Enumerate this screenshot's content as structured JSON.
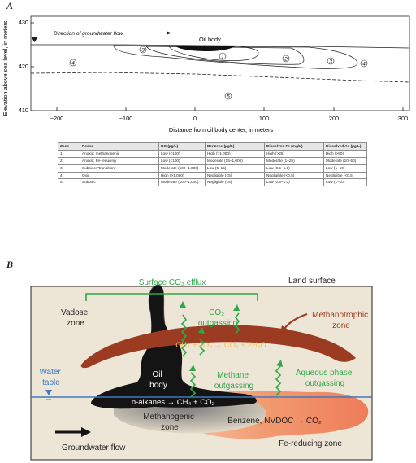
{
  "panel_a": {
    "letter": "A",
    "y_axis_label": "Elevation above sea level, in meters",
    "x_axis_label": "Distance from oil body center, in meters",
    "x_ticks": [
      "−200",
      "−100",
      "0",
      "100",
      "200",
      "300"
    ],
    "y_ticks": [
      "430",
      "420",
      "410"
    ],
    "flow_label": "Direction of groundwater flow",
    "oil_body_label": "Oil body",
    "zone_numbers": [
      "1",
      "2",
      "3",
      "4",
      "5"
    ]
  },
  "table": {
    "headers": [
      "Zone",
      "Redox",
      "DO (µg/L)",
      "Benzene (µg/L)",
      "Dissolved Fe (mg/L)",
      "Dissolved As (µg/L)"
    ],
    "rows": [
      [
        "1",
        "Anoxic; methanogenic",
        "Low (<100)",
        "High (>1,000)",
        "High (>25)",
        "High (>50)"
      ],
      [
        "2",
        "Anoxic; Fe-reducing",
        "Low (<100)",
        "Moderate (15–1,000)",
        "Moderate (1–25)",
        "Moderate (10–50)"
      ],
      [
        "3",
        "Suboxic; “transition”",
        "Moderate (100–1,000)",
        "Low (5–15)",
        "Low (0.5–1.0)",
        "Low (1–10)"
      ],
      [
        "4",
        "Oxic",
        "High (>1,000)",
        "Negligible (<5)",
        "Negligible (<0.5)",
        "Negligible (<0.5)"
      ],
      [
        "5",
        "Suboxic",
        "Moderate (100–1,000)",
        "Negligible (<5)",
        "Low (0.5–1.0)",
        "Low (1–10)"
      ]
    ]
  },
  "panel_b": {
    "letter": "B",
    "surface_efflux": "Surface CO₂ efflux",
    "land_surface": "Land surface",
    "vadose_zone_line1": "Vadose",
    "vadose_zone_line2": "zone",
    "co2_outgassing_line1": "CO₂",
    "co2_outgassing_line2": "outgassing",
    "methanotrophic_line1": "Methanotrophic",
    "methanotrophic_line2": "zone",
    "methane_reaction": "CH₄ + 2O₂ → CO₂ + 2H₂O",
    "water_table_line1": "Water",
    "water_table_line2": "table",
    "oil_body_line1": "Oil",
    "oil_body_line2": "body",
    "methane_outgassing_line1": "Methane",
    "methane_outgassing_line2": "outgassing",
    "aqueous_line1": "Aqueous phase",
    "aqueous_line2": "outgassing",
    "alkanes_reaction": "n-alkanes → CH₄ + CO₂",
    "methanogenic_line1": "Methanogenic",
    "methanogenic_line2": "zone",
    "benzene_reaction": "Benzene, NVDOC → CO₂",
    "fe_reducing": "Fe-reducing zone",
    "groundwater_flow": "Groundwater flow"
  },
  "colors": {
    "ground": "#ede5d6",
    "methanotrophic": "#9a3b22",
    "methanotrophic_label": "#9a3b22",
    "arrows": "#2ea84a",
    "reaction_text": "#f4c25a",
    "fe_zone": "#ee7c5a",
    "water_table": "#3e78c0"
  }
}
